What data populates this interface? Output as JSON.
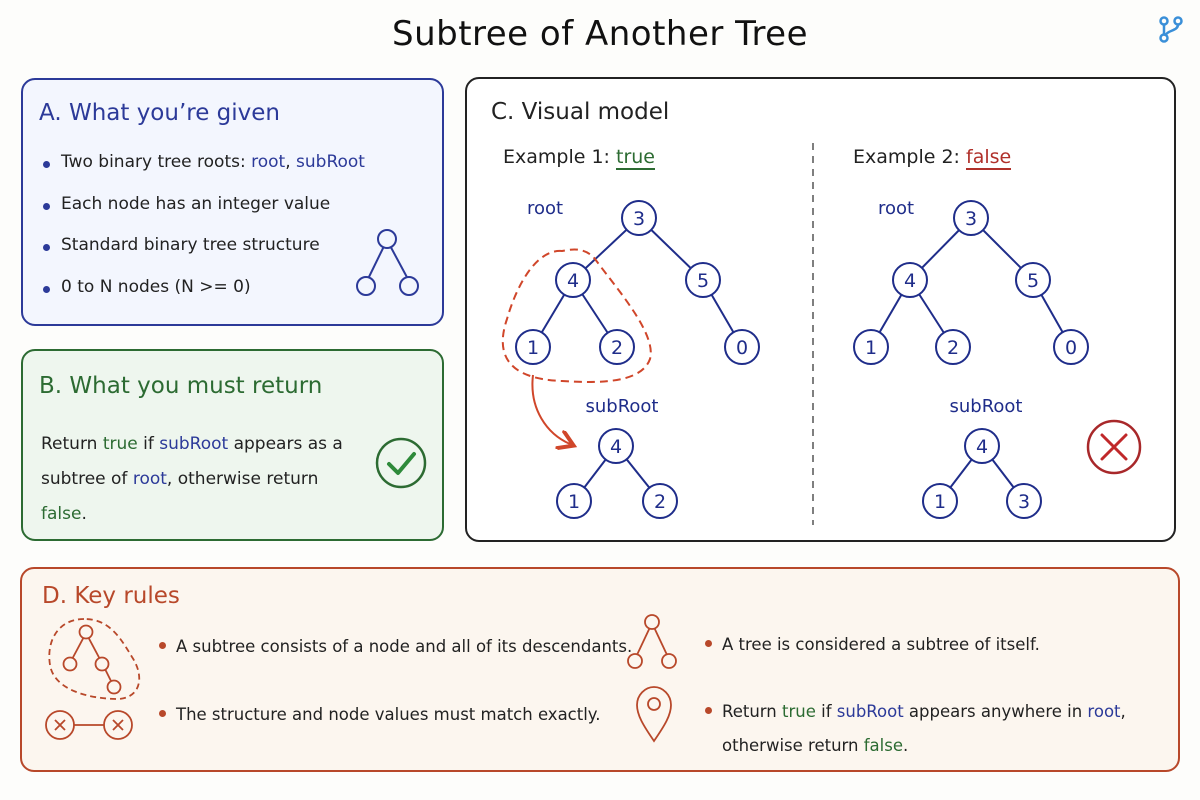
{
  "title": "Subtree of Another Tree",
  "colors": {
    "blue": "#2c3a99",
    "green": "#2c6b32",
    "red": "#b8482a",
    "false_red": "#b0302a"
  },
  "icons": {
    "logo": "branch-icon"
  },
  "panel_a": {
    "heading": "A. What you’re given",
    "bullets": [
      {
        "prefix": "Two binary tree roots: ",
        "kw1": "root",
        "sep": ", ",
        "kw2": "subRoot"
      },
      {
        "text": "Each node has an integer value"
      },
      {
        "text": "Standard binary tree structure"
      },
      {
        "text": "0 to N nodes (N >= 0)"
      }
    ],
    "icon": "tree-icon"
  },
  "panel_b": {
    "heading": "B. What you must return",
    "t1": "Return ",
    "kw_true": "true",
    "t2": " if ",
    "kw_subroot": "subRoot",
    "t3": " appears as a subtree of ",
    "kw_root": "root",
    "t4": ", otherwise return ",
    "kw_false": "false",
    "t5": ".",
    "icon": "check-icon"
  },
  "panel_c": {
    "heading": "C. Visual model",
    "example1": {
      "label": "Example 1: ",
      "result": "true",
      "root_label": "root",
      "subroot_label": "subRoot",
      "root_nodes": [
        "3",
        "4",
        "5",
        "1",
        "2",
        "0"
      ],
      "subroot_nodes": [
        "4",
        "1",
        "2"
      ]
    },
    "example2": {
      "label": "Example 2: ",
      "result": "false",
      "root_label": "root",
      "subroot_label": "subRoot",
      "root_nodes": [
        "3",
        "4",
        "5",
        "1",
        "2",
        "0"
      ],
      "subroot_nodes": [
        "4",
        "1",
        "3"
      ],
      "icon": "cross-icon"
    }
  },
  "panel_d": {
    "heading": "D. Key rules",
    "rules": [
      {
        "text": "A subtree consists of a node and all of its descendants.",
        "icon": "subtree-highlight-icon"
      },
      {
        "text": "The structure and node values must match exactly.",
        "icon": "x-nodes-icon"
      },
      {
        "text": "A tree is considered a subtree of itself.",
        "icon": "tree-icon"
      },
      {
        "t1": "Return ",
        "kw_true": "true",
        "t2": " if ",
        "kw_subroot": "subRoot",
        "t3": " appears anywhere in ",
        "kw_root": "root",
        "t4": ",",
        "line2a": "otherwise return ",
        "kw_false": "false",
        "line2b": ".",
        "icon": "location-pin-icon"
      }
    ]
  }
}
